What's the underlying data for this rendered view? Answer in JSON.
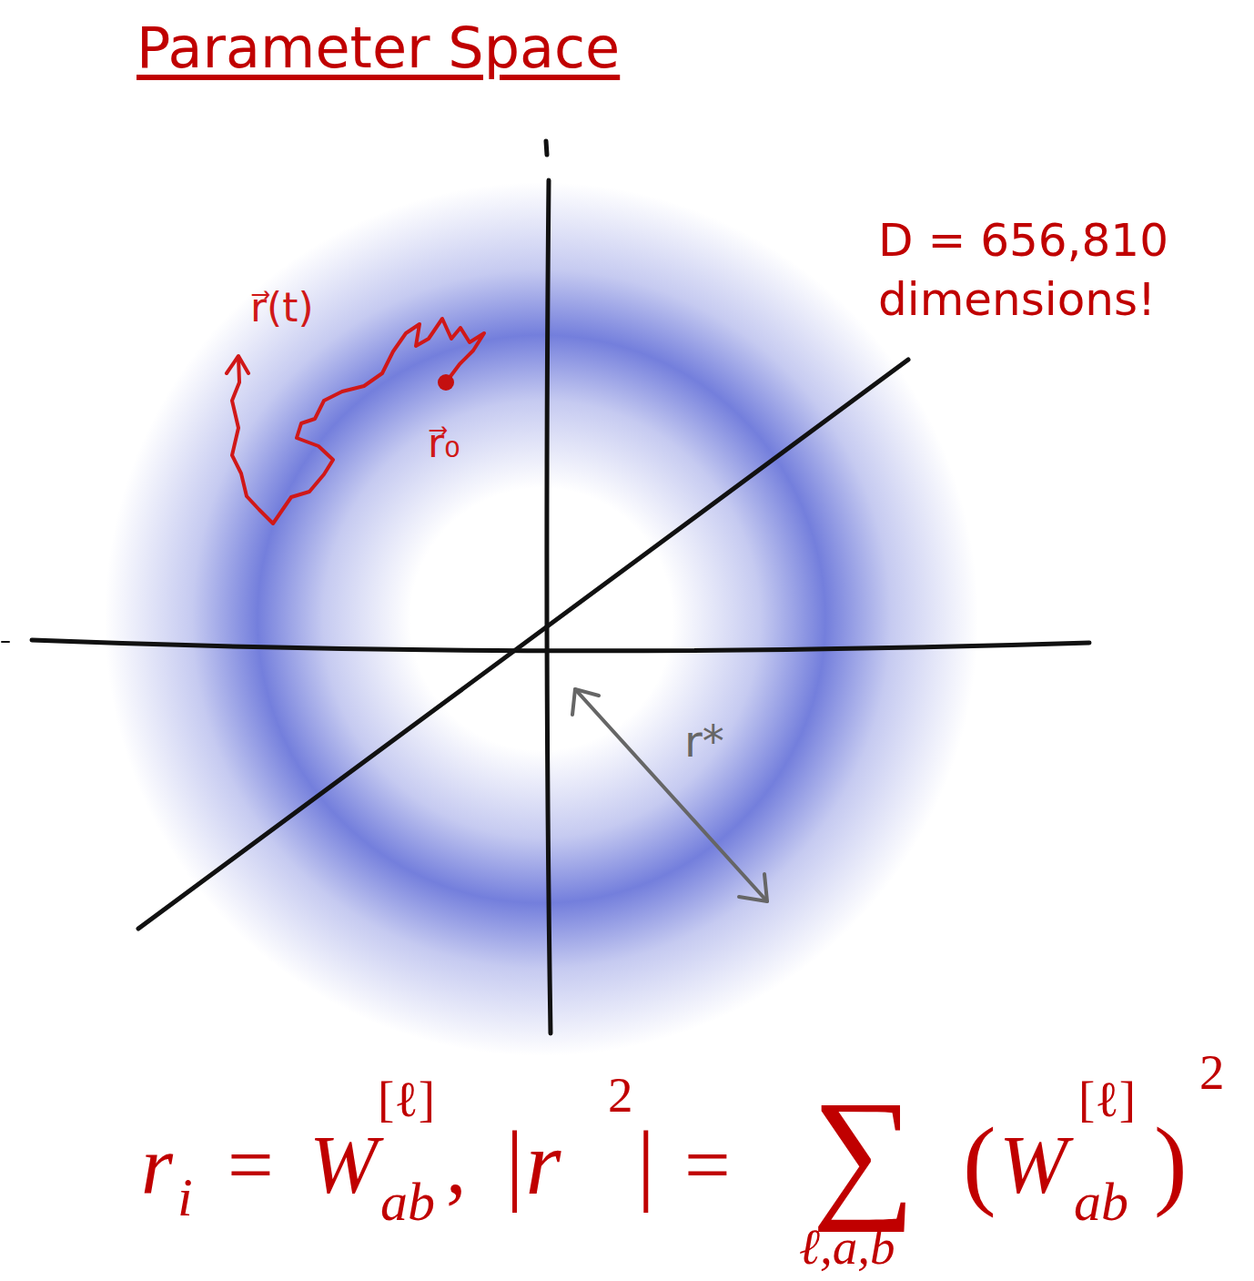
{
  "diagram": {
    "title": "Parameter Space",
    "labels": [
      "r⃗(t)",
      "r⃗₀",
      "D = 656,810 dimensions!",
      "r*",
      "r",
      "i",
      "=",
      "W",
      "ab",
      "[ℓ]",
      ",",
      "|r⃗|",
      "2",
      "=",
      "∑",
      "ℓ,a,b",
      "(",
      "W",
      "[ℓ]",
      "ab",
      ")",
      "2"
    ]
  }
}
